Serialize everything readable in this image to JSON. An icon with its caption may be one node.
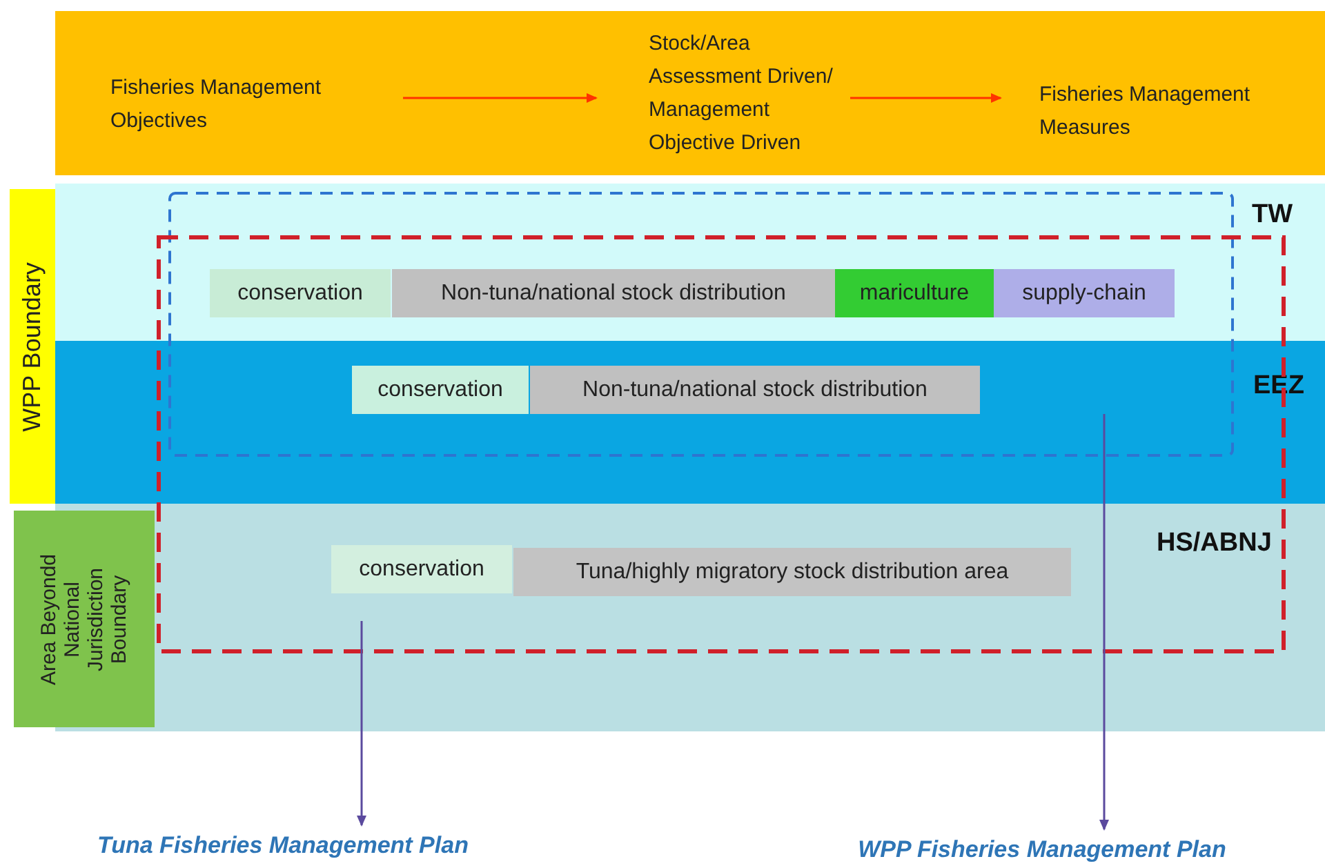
{
  "diagram": {
    "nodes": [
      {
        "text": [
          "Fisheries Management Objectives"
        ]
      },
      {
        "text": [
          "Stock/Area Assessment Driven/ Management Objective Driven"
        ]
      },
      {
        "text": [
          "Fisheries Management Measures"
        ]
      },
      {
        "text": [
          "TW"
        ]
      },
      {
        "text": [
          "conservation"
        ],
        "in": 3
      },
      {
        "text": [
          "Non-tuna/national stock distribution"
        ],
        "in": 3
      },
      {
        "text": [
          "mariculture"
        ],
        "in": 3
      },
      {
        "text": [
          "supply-chain"
        ],
        "in": 3
      },
      {
        "text": [
          "EEZ"
        ]
      },
      {
        "text": [
          "conservation"
        ],
        "in": 8
      },
      {
        "text": [
          "Non-tuna/national stock distribution"
        ],
        "in": 8
      },
      {
        "text": [
          "HS/ABNJ"
        ]
      },
      {
        "text": [
          "conservation"
        ],
        "in": 11
      },
      {
        "text": [
          "Tuna/highly migratory stock distribution area"
        ],
        "in": 11
      },
      {
        "text": [
          "WPP Boundary"
        ]
      },
      {
        "text": [
          "Area Beyondd National Jurisdiction Boundary"
        ]
      },
      {
        "text": [
          "Tuna Fisheries Management Plan"
        ]
      },
      {
        "text": [
          "WPP Fisheries Management Plan"
        ]
      }
    ],
    "edges": [
      {
        "from": 0,
        "to": 1,
        "arrow": "to"
      },
      {
        "from": 1,
        "to": 2,
        "arrow": "to"
      },
      {
        "from": null,
        "to": 16,
        "arrow": "to",
        "color": "#5b4a9e"
      },
      {
        "from": null,
        "to": 17,
        "arrow": "to",
        "color": "#5b4a9e"
      }
    ]
  }
}
